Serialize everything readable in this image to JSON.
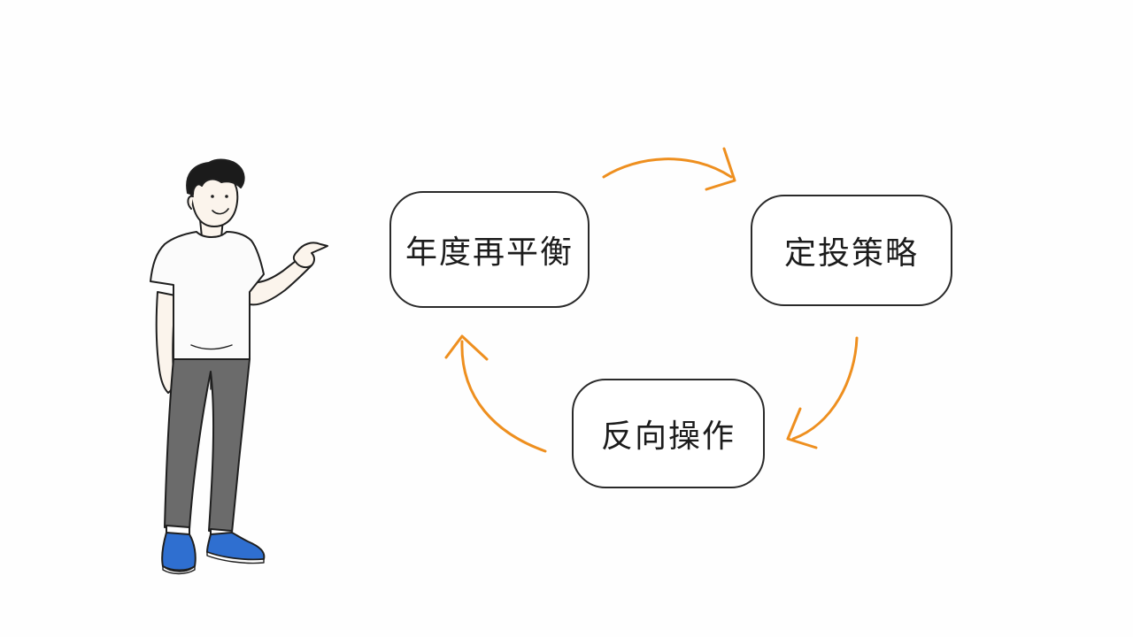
{
  "diagram": {
    "nodes": [
      {
        "id": "rebalance",
        "label": "年度再平衡"
      },
      {
        "id": "dca",
        "label": "定投策略"
      },
      {
        "id": "contrarian",
        "label": "反向操作"
      }
    ],
    "edges": [
      {
        "from": "rebalance",
        "to": "dca"
      },
      {
        "from": "dca",
        "to": "contrarian"
      },
      {
        "from": "contrarian",
        "to": "rebalance"
      }
    ],
    "colors": {
      "arrow": "#ee8f1f",
      "node_border": "#2a2a2a",
      "shirt": "#fbfbfb",
      "pants": "#6b6b6b",
      "shoes": "#2f6fd0",
      "hair": "#1b1b1b",
      "skin": "#fbf4ec"
    },
    "icons": [
      "person-illustration",
      "cycle-arrow-icon"
    ]
  }
}
